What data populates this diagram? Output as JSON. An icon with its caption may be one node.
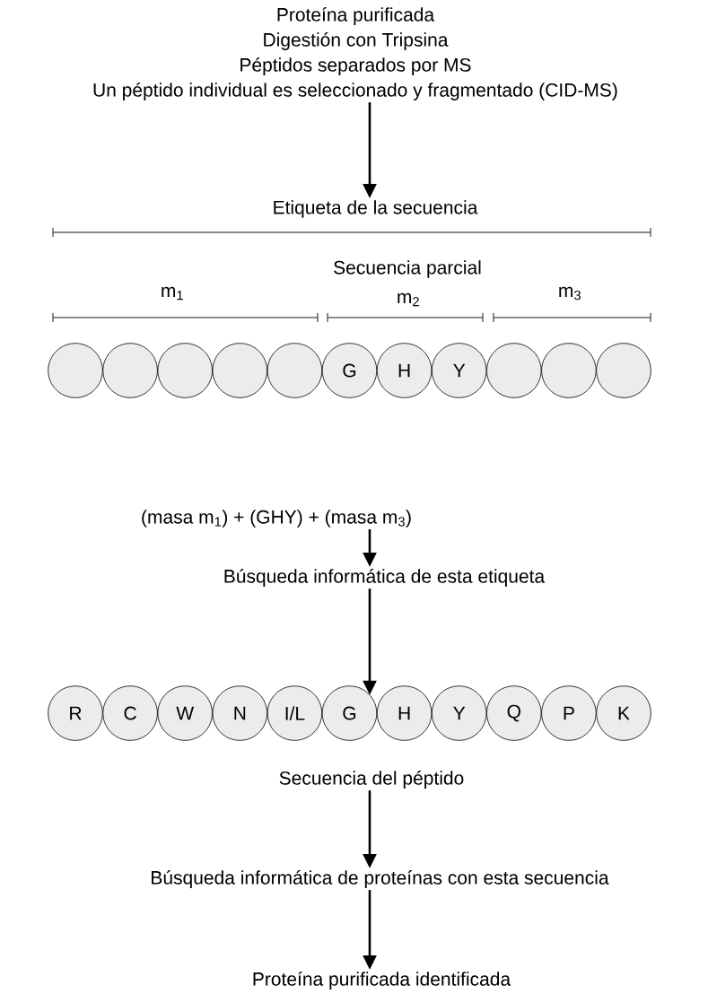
{
  "diagram": {
    "nodes": [
      {
        "text": [
          "Proteína purificada",
          "Digestión con Tripsina",
          "Péptidos separados por MS",
          "Un péptido individual es seleccionado y fragmentado (CID-MS)"
        ]
      },
      {
        "text": [
          "Etiqueta de la secuencia"
        ]
      },
      {
        "text": [],
        "shape": "circle"
      },
      {
        "text": [],
        "shape": "circle"
      },
      {
        "text": [],
        "shape": "circle"
      },
      {
        "text": [],
        "shape": "circle"
      },
      {
        "text": [],
        "shape": "circle"
      },
      {
        "text": [
          "G"
        ]
      },
      {
        "text": [
          "H"
        ]
      },
      {
        "text": [
          "Y"
        ]
      },
      {
        "text": [],
        "shape": "circle"
      },
      {
        "text": [],
        "shape": "circle"
      },
      {
        "text": [],
        "shape": "circle"
      },
      {
        "text": [
          "(masa m$_{1}$) + (GHY) + (masa m$_{3}$)"
        ]
      },
      {
        "text": [
          "Búsqueda informática de esta etiqueta"
        ]
      },
      {
        "text": [
          "R"
        ]
      },
      {
        "text": [
          "C"
        ]
      },
      {
        "text": [
          "W"
        ]
      },
      {
        "text": [
          "N"
        ]
      },
      {
        "text": [
          "I/L"
        ]
      },
      {
        "text": [
          "G"
        ]
      },
      {
        "text": [
          "H"
        ]
      },
      {
        "text": [
          "Y"
        ]
      },
      {
        "text": [
          "Q"
        ]
      },
      {
        "text": [
          "P"
        ]
      },
      {
        "text": [
          "K"
        ]
      },
      {
        "text": [
          "Secuencia del péptido"
        ]
      },
      {
        "text": [
          "Búsqueda informática de proteínas con esta secuencia"
        ]
      },
      {
        "text": [
          "Proteína purificada identificada"
        ]
      }
    ],
    "edges": [
      {
        "from": 0,
        "to": 1,
        "arrow": "to"
      },
      {
        "from": 13,
        "to": 14,
        "arrow": "to"
      },
      {
        "from": 14,
        "to": 20,
        "arrow": "to"
      },
      {
        "from": 26,
        "to": 27,
        "arrow": "to"
      },
      {
        "from": 27,
        "to": 28,
        "arrow": "to"
      }
    ],
    "labels": [
      "Secuencia parcial",
      "m$_{1}$",
      "m$_{2}$",
      "m$_{3}$"
    ]
  }
}
